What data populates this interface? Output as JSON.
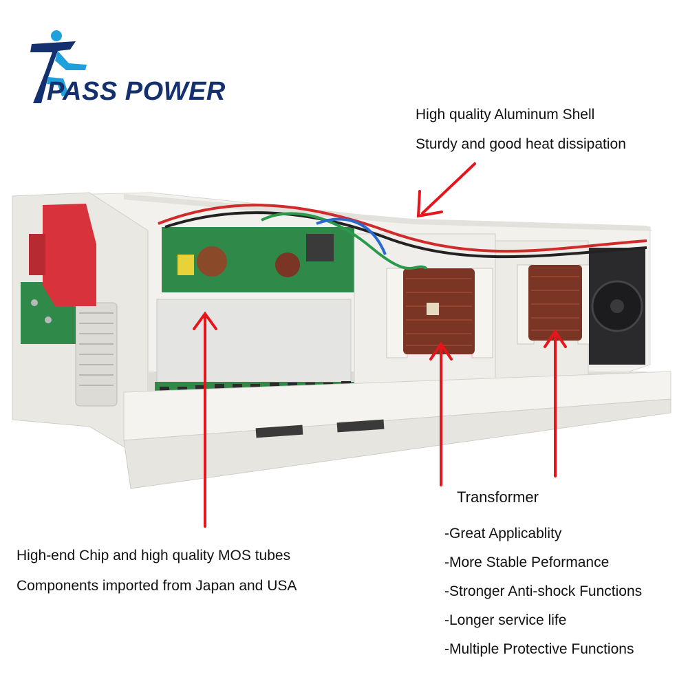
{
  "brand": {
    "name": "PASS POWER",
    "logo_icon": "running-man-logo-icon",
    "color": "#14306e"
  },
  "annotations": {
    "shell": {
      "line1": "High quality Aluminum Shell",
      "line2": "Sturdy and good heat dissipation"
    },
    "chip": {
      "line1": "High-end Chip and high quality MOS tubes",
      "line2": "Components imported from Japan and USA"
    },
    "transformer": {
      "title": "Transformer",
      "features": [
        "-Great Applicablity",
        "-More Stable Peformance",
        "-Stronger Anti-shock Functions",
        "-Longer service life",
        "-Multiple Protective Functions"
      ]
    }
  },
  "colors": {
    "arrow": "#e8141c",
    "case": "#ecebe6",
    "pcb": "#2f8a4a",
    "copper": "#7a3525",
    "fan": "#2a2a2c",
    "breaker": "#d8323c"
  }
}
